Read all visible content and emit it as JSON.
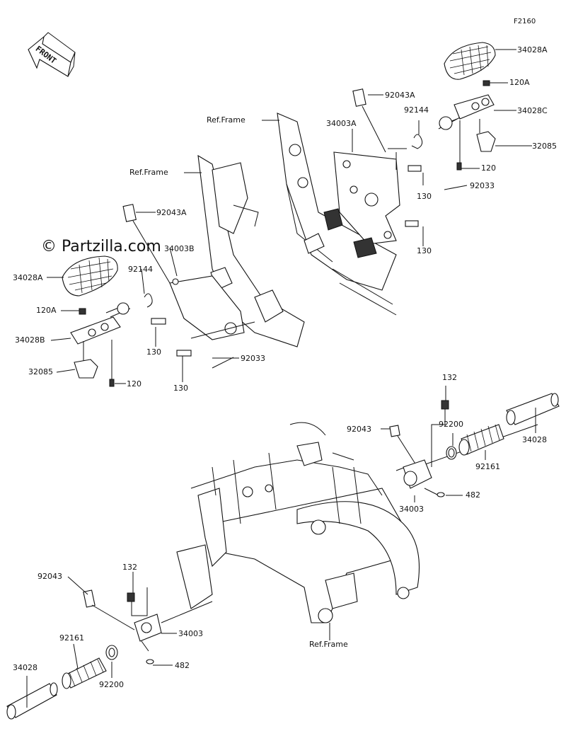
{
  "figure_code": "F2160",
  "watermark": "© Partzilla.com",
  "front_arrow": "FRONT",
  "labels": {
    "l01": "34028A",
    "l02": "120A",
    "l03": "34028C",
    "l04": "92043A",
    "l05": "92144",
    "l06": "34003A",
    "l07": "Ref.Frame",
    "l08": "32085",
    "l09": "120",
    "l10": "92033",
    "l11": "130",
    "l12": "130",
    "l13": "Ref.Frame",
    "l14": "92043A",
    "l15": "34003B",
    "l16": "92144",
    "l17": "34028A",
    "l18": "120A",
    "l19": "34028B",
    "l20": "32085",
    "l21": "120",
    "l22": "130",
    "l23": "92033",
    "l24": "130",
    "l25": "132",
    "l26": "92043",
    "l27": "92200",
    "l28": "34028",
    "l29": "92161",
    "l30": "482",
    "l31": "34003",
    "l32": "132",
    "l33": "92043",
    "l34": "34003",
    "l35": "92161",
    "l36": "482",
    "l37": "92200",
    "l38": "34028",
    "l39": "Ref.Frame"
  }
}
